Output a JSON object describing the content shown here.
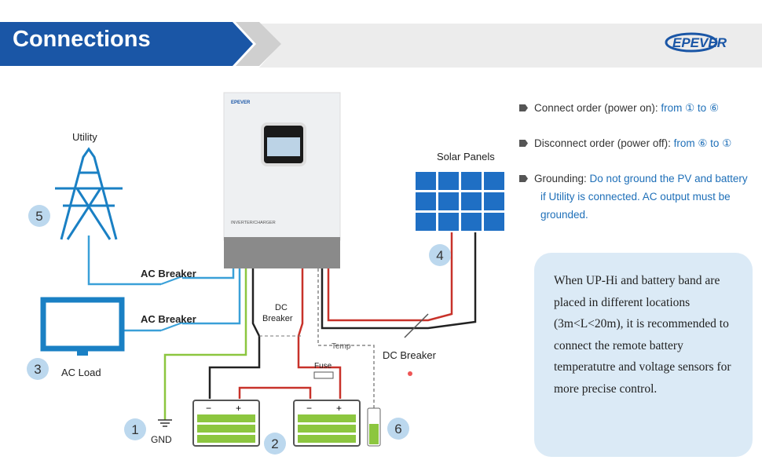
{
  "header": {
    "title": "Connections",
    "brand": "EPEVER",
    "banner_color": "#1a56a6"
  },
  "diagram": {
    "utility_label": "Utility",
    "ac_breaker_1": "AC Breaker",
    "ac_breaker_2": "AC Breaker",
    "ac_load_label": "AC Load",
    "dc_breaker_1_line1": "DC",
    "dc_breaker_1_line2": "Breaker",
    "dc_breaker_2": "DC Breaker",
    "solar_label": "Solar Panels",
    "fuse_label": "Fuse",
    "temp_label": "Temp",
    "gnd_label": "GND",
    "inverter_brand": "EPEVER",
    "inverter_label": "INVERTER/CHARGER",
    "battery_minus": "−",
    "battery_plus": "+",
    "steps": [
      "1",
      "2",
      "3",
      "4",
      "5",
      "6"
    ],
    "colors": {
      "ac": "#3aa0d8",
      "dc_pos": "#c8322a",
      "dc_neg": "#222222",
      "ground": "#8cc63f",
      "step_circle": "#bcd8ee"
    }
  },
  "notes": {
    "connect_label": "Connect order (power on): ",
    "connect_value": "from ① to ⑥",
    "disconnect_label": "Disconnect order (power off): ",
    "disconnect_value": "from ⑥ to ①",
    "grounding_label": "Grounding: ",
    "grounding_value": "Do not ground the PV and battery if Utility is connected. AC output must be grounded.",
    "remote_note": "When UP-Hi and battery band are placed in different locations (3m<L<20m), it is recommended to connect the remote battery temperatutre and voltage sensors for more precise control."
  }
}
